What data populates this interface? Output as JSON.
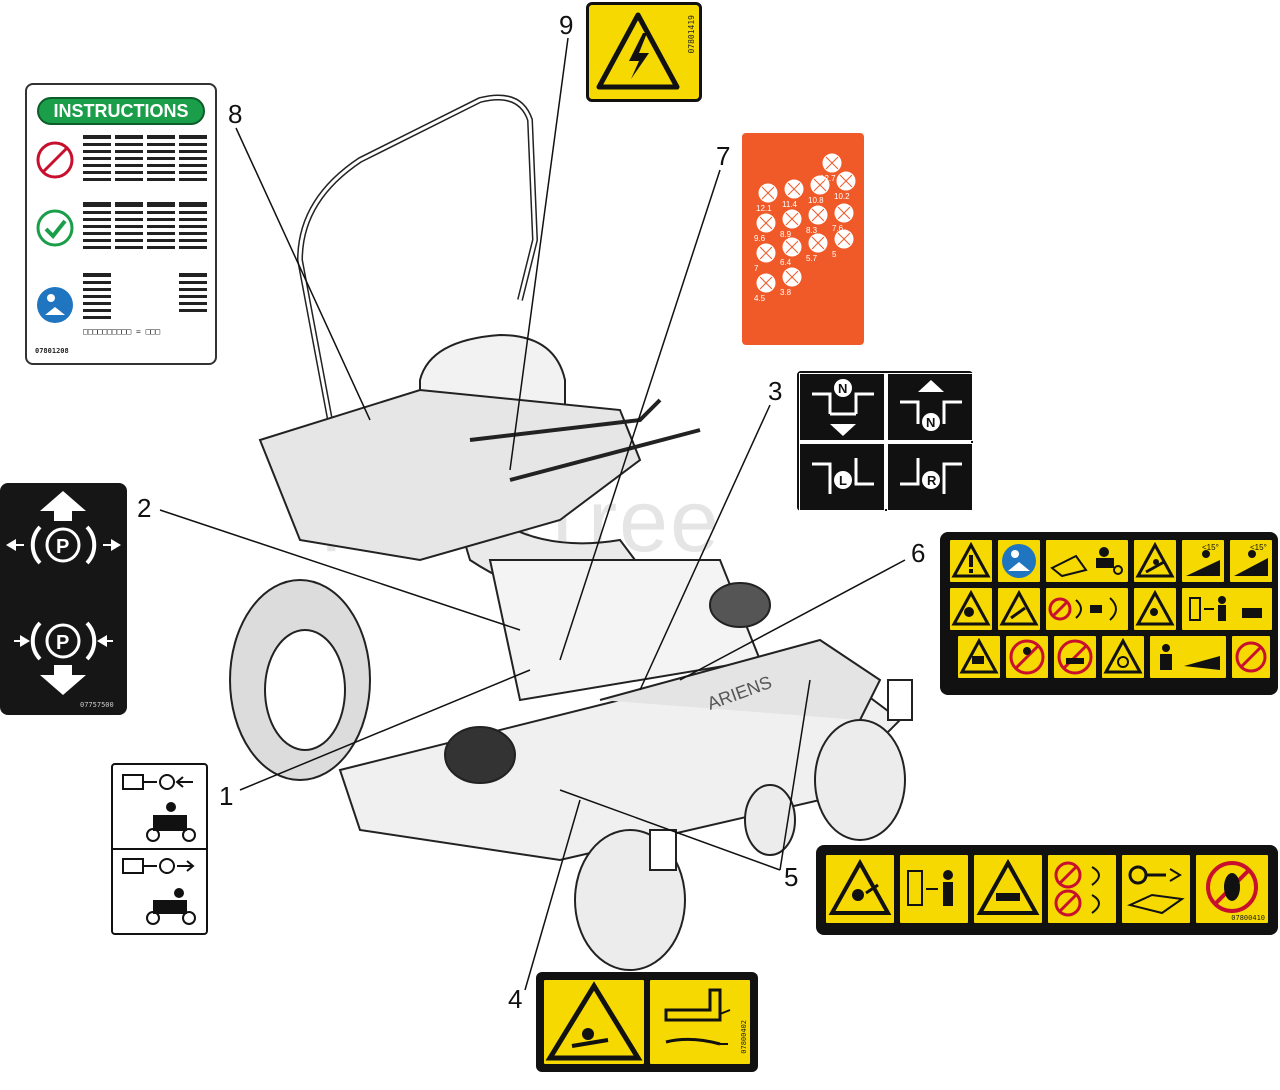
{
  "callouts": [
    "1",
    "2",
    "3",
    "4",
    "5",
    "6",
    "7",
    "8",
    "9"
  ],
  "watermark": "PartsTree",
  "decals": {
    "instructions": {
      "header": "INSTRUCTIONS",
      "code": "07801208",
      "footer_line": "□□□□□□□□□□ = □□□",
      "header_color": "#1a9e49"
    },
    "speed_chart": {
      "color": "#f05a28",
      "values": [
        "12.7",
        "12.1",
        "11.4",
        "10.8",
        "10.2",
        "9.6",
        "8.9",
        "8.3",
        "7.6",
        "7",
        "6.4",
        "5.7",
        "5",
        "4.5",
        "3.8"
      ]
    },
    "park_brake": {
      "code": "07757500",
      "symbol": "P"
    },
    "control_direction": {
      "neutral_symbol": "N",
      "left_symbol": "L",
      "right_symbol": "R"
    },
    "electrical_warning": {
      "code": "07801419"
    },
    "mower_deck": {
      "code": "07800410"
    },
    "decal_4": {
      "code": "07800402"
    },
    "ariens_text": "ARIENS",
    "colors": {
      "warning_yellow": "#f5d900",
      "outline": "#111111",
      "speed_orange": "#f05a28",
      "green": "#1a9e49",
      "red": "#c8102e",
      "blue": "#1f75bf"
    }
  }
}
